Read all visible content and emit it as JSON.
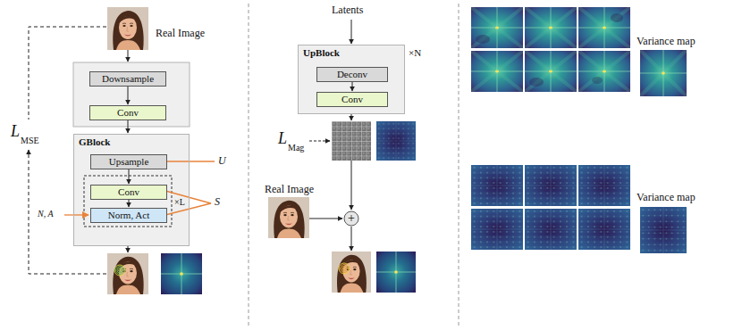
{
  "diagram": {
    "nodes": [
      {
        "text": [
          "Downsample"
        ]
      },
      {
        "text": [
          "Conv"
        ]
      },
      {
        "text": [
          "GBlock"
        ]
      },
      {
        "text": [
          "Upsample"
        ],
        "in": 2
      },
      {
        "text": [
          "Conv"
        ],
        "in": 2
      },
      {
        "text": [
          "Norm, Act"
        ],
        "in": 2
      },
      {
        "text": [
          "UpBlock"
        ]
      },
      {
        "text": [
          "Deconv"
        ],
        "in": 6
      },
      {
        "text": [
          "Conv"
        ],
        "in": 6
      },
      {
        "text": [
          "+"
        ]
      }
    ],
    "edges": [
      {
        "from": 0,
        "to": 1,
        "arrow": "to"
      },
      {
        "from": 1,
        "to": 2,
        "arrow": "to"
      },
      {
        "from": 3,
        "to": 4,
        "arrow": "to"
      },
      {
        "from": 4,
        "to": 5,
        "arrow": "to"
      },
      {
        "from": 7,
        "to": 8,
        "arrow": "to"
      }
    ],
    "labels": [
      "Real Image",
      "L",
      "MSE",
      "U",
      "S",
      "N, A",
      "×L",
      "Latents",
      "×N",
      "L",
      "Mag",
      "Real Image",
      "Variance map",
      "Variance map"
    ]
  }
}
